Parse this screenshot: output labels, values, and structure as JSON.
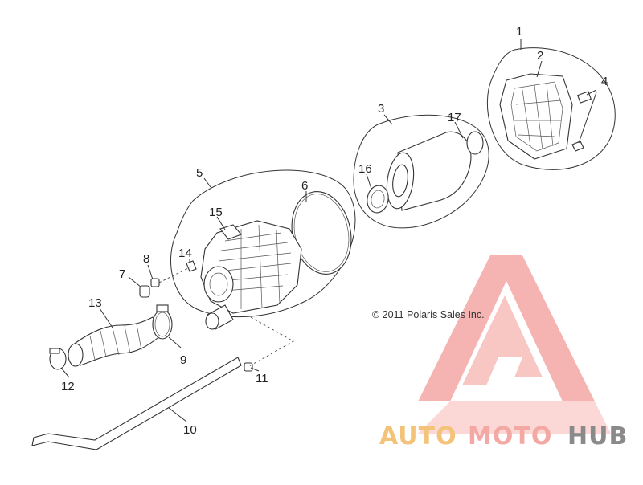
{
  "callouts": [
    {
      "id": "1",
      "text": "1"
    },
    {
      "id": "2",
      "text": "2"
    },
    {
      "id": "3",
      "text": "3"
    },
    {
      "id": "4",
      "text": "4"
    },
    {
      "id": "5",
      "text": "5"
    },
    {
      "id": "6",
      "text": "6"
    },
    {
      "id": "7",
      "text": "7"
    },
    {
      "id": "8",
      "text": "8"
    },
    {
      "id": "9",
      "text": "9"
    },
    {
      "id": "10",
      "text": "10"
    },
    {
      "id": "11",
      "text": "11"
    },
    {
      "id": "12",
      "text": "12"
    },
    {
      "id": "13",
      "text": "13"
    },
    {
      "id": "14",
      "text": "14"
    },
    {
      "id": "15",
      "text": "15"
    },
    {
      "id": "16",
      "text": "16"
    },
    {
      "id": "17",
      "text": "17"
    }
  ],
  "copyright": "© 2011 Polaris Sales Inc.",
  "watermark": {
    "part1": "AUTO",
    "part2": "MOTO",
    "part3": "HUB",
    "color_primary": "#f4a8a4",
    "color_secondary": "#f3c37a",
    "color_tertiary": "#8a8a8a"
  }
}
